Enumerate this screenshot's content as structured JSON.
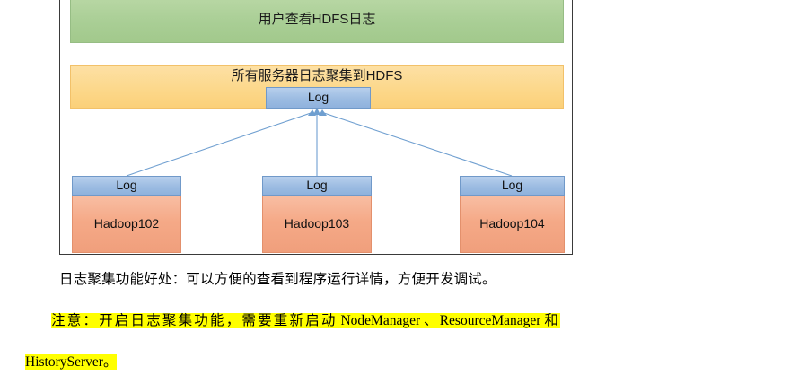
{
  "diagram": {
    "name": "hdfs-log-aggregation-diagram",
    "banners": [
      {
        "id": "user-view",
        "label": "用户查看HDFS日志",
        "color": "#a9ce95"
      },
      {
        "id": "aggregate",
        "label": "所有服务器日志聚集到HDFS",
        "color": "#fcd88b"
      }
    ],
    "hdfs_log": {
      "label": "Log",
      "color": "#9cbce2"
    },
    "nodes": [
      {
        "log_label": "Log",
        "host_label": "Hadoop102"
      },
      {
        "log_label": "Log",
        "host_label": "Hadoop103"
      },
      {
        "log_label": "Log",
        "host_label": "Hadoop104"
      }
    ],
    "colors": {
      "green": "#a9ce95",
      "orange_banner": "#fcd88b",
      "blue_log": "#9cbce2",
      "salmon_host": "#f5a987",
      "connector": "#6f9fd0",
      "frame_border": "#3a3a3a"
    }
  },
  "body_text": {
    "benefit_line": "日志聚集功能好处：可以方便的查看到程序运行详情，方便开发调试。",
    "note_zh_prefix": "注意：开启日志聚集功能，需要重新启动",
    "note_term_1": "NodeManager",
    "note_separator": "、",
    "note_term_2": "ResourceManager",
    "note_zh_suffix": "和",
    "note_continuation": "HistoryServer。",
    "highlight_color": "#ffff00"
  }
}
